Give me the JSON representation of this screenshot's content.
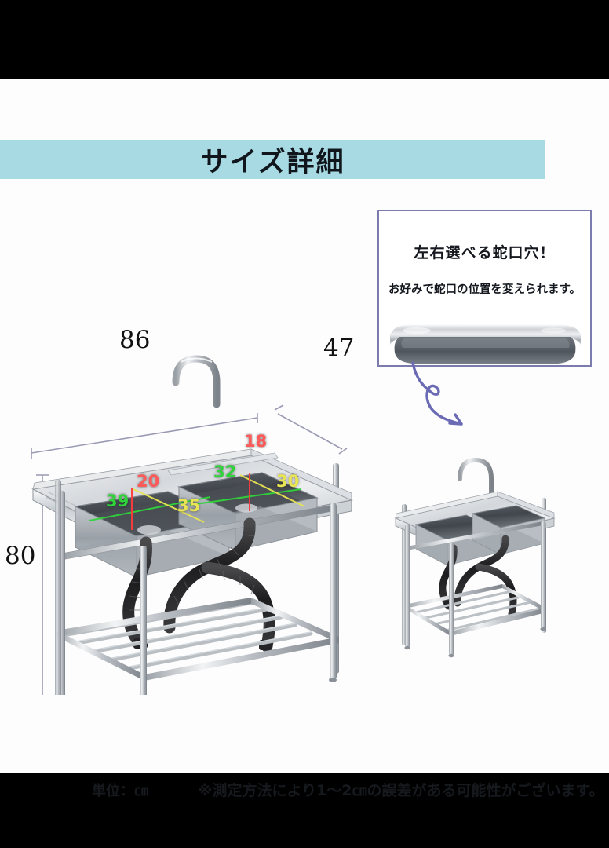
{
  "banner": {
    "title": "サイズ詳細"
  },
  "callout": {
    "heading": "左右選べる蛇口穴！",
    "subtext": "お好みで蛇口の位置を変えられます。",
    "border_color": "#7b7bae",
    "arrow_color": "#6b6bb5",
    "photo_alt": "sink-basin-edge-photo"
  },
  "dimensions": {
    "overall_width": "86",
    "overall_depth": "47",
    "overall_height": "80",
    "left_basin": {
      "width": "39",
      "depth": "35",
      "height": "20"
    },
    "right_basin": {
      "width": "32",
      "depth": "30",
      "height": "18"
    }
  },
  "colors": {
    "banner": "#a8dae4",
    "letterbox": "#000000",
    "green": "#2fd43a",
    "yellow": "#e9e552",
    "red": "#ff5a5a",
    "dimension_line": "#9a9ab4"
  },
  "footer": {
    "unit": "単位：㎝",
    "tolerance": "※測定方法により1〜2㎝の誤差がある可能性がございます。"
  },
  "illustrations": {
    "main": "double-basin-sink-stand-with-faucet",
    "mini": "double-basin-sink-stand-small-view"
  }
}
